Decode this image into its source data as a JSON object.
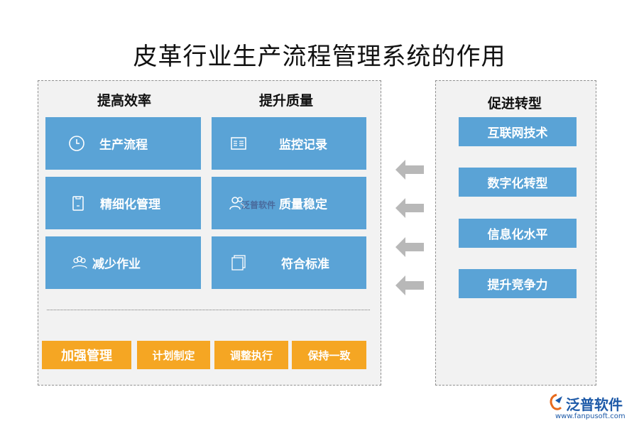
{
  "title": "皮革行业生产流程管理系统的作用",
  "left_panel": {
    "col1_heading": "提高效率",
    "col2_heading": "提升质量",
    "boxes": [
      {
        "label": "生产流程",
        "icon": "clock-icon"
      },
      {
        "label": "监控记录",
        "icon": "document-list-icon"
      },
      {
        "label": "精细化管理",
        "icon": "clipboard-icon"
      },
      {
        "label": "质量稳定",
        "icon": "users-icon"
      },
      {
        "label": "减少作业",
        "icon": "group-icon"
      },
      {
        "label": "符合标准",
        "icon": "stacked-pages-icon"
      }
    ],
    "bottom_buttons": [
      "加强管理",
      "计划制定",
      "调整执行",
      "保持一致"
    ]
  },
  "right_panel": {
    "heading": "促进转型",
    "items": [
      "互联网技术",
      "数字化转型",
      "信息化水平",
      "提升竞争力"
    ]
  },
  "watermark": "泛普软件",
  "logo": {
    "name": "泛普软件",
    "url": "www.fanpusoft.com"
  },
  "colors": {
    "blue": "#5aa3d6",
    "orange": "#f5a623",
    "panel_bg": "#f2f2f2",
    "arrow": "#b8b8b8"
  }
}
